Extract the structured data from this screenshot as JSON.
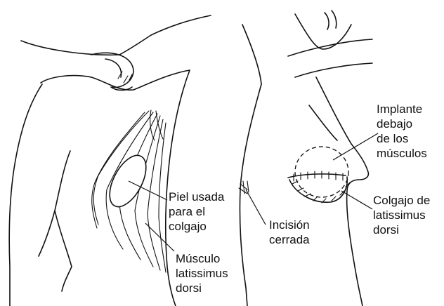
{
  "labels": {
    "skin_flap": [
      "Piel usada",
      "para el",
      "colgajo"
    ],
    "muscle": [
      "Músculo",
      "latissimus",
      "dorsi"
    ],
    "incision": [
      "Incisión",
      "cerrada"
    ],
    "implant": [
      "Implante",
      "debajo",
      "de los",
      "músculos"
    ],
    "flap": [
      "Colgajo de",
      "latissimus",
      "dorsi"
    ]
  }
}
